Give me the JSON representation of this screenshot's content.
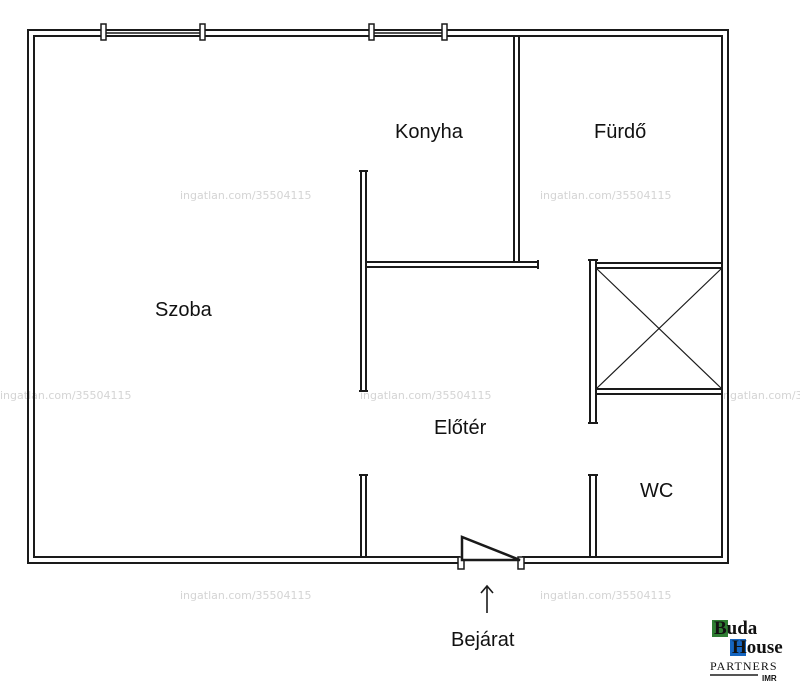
{
  "rooms": {
    "szoba": "Szoba",
    "konyha": "Konyha",
    "furdo": "Fürdő",
    "eloter": "Előtér",
    "wc": "WC"
  },
  "entrance_label": "Bejárat",
  "watermark": "ingatlan.com/35504115",
  "logo": {
    "line1": "Buda",
    "line2": "House",
    "line3": "PARTNERS",
    "line4": "IMR"
  },
  "colors": {
    "wall": "#1a1a1a",
    "logo_green": "#2e7d32",
    "logo_blue": "#1565c0",
    "watermark": "#d4d4d4"
  }
}
